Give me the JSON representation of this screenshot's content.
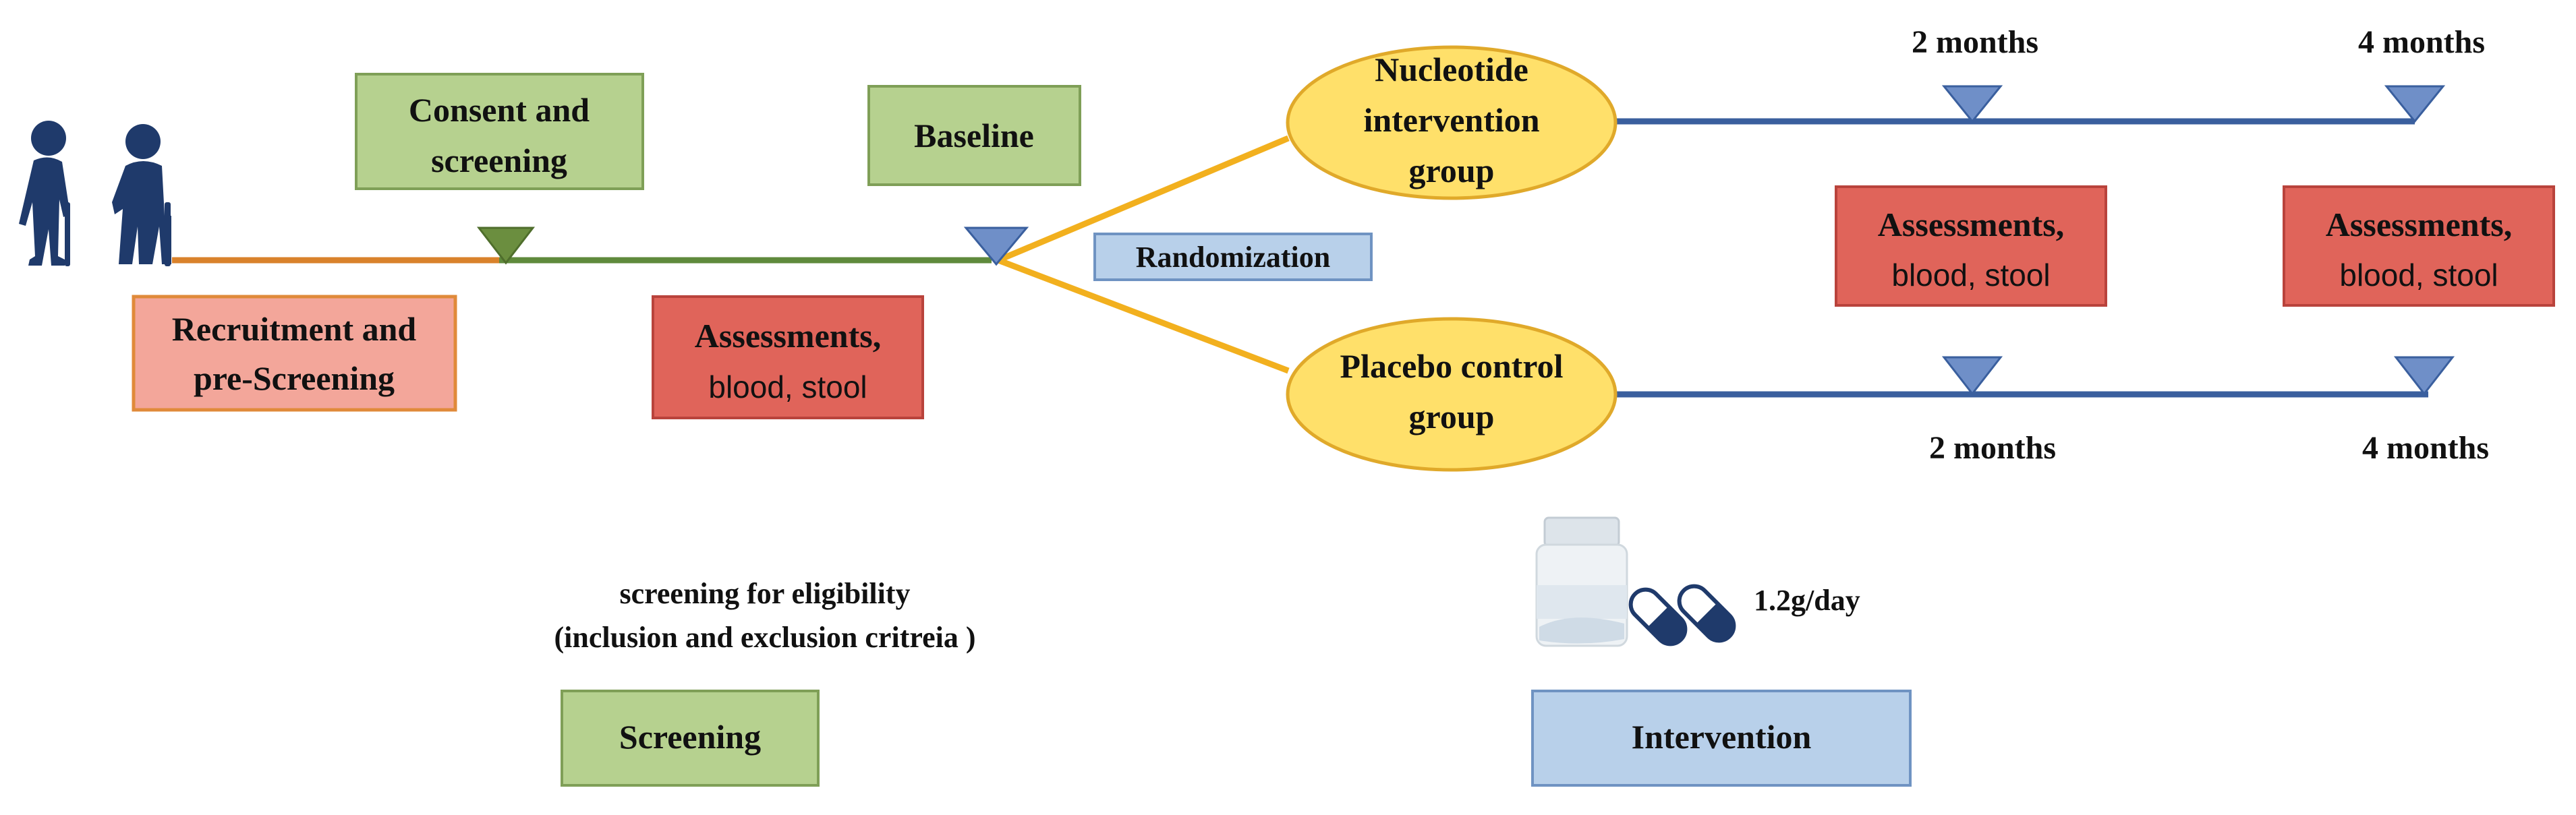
{
  "figure": {
    "recruitment": {
      "line1": "Recruitment and",
      "line2": "pre-Screening"
    },
    "consent": {
      "line1": "Consent and",
      "line2": "screening"
    },
    "baseline": {
      "label": "Baseline"
    },
    "assess_baseline": {
      "line1": "Assessments,",
      "line2": "blood, stool"
    },
    "randomization": {
      "label": "Randomization"
    },
    "nucleotide_group": {
      "line1": "Nucleotide",
      "line2": "intervention",
      "line3": "group"
    },
    "placebo_group": {
      "line1": "Placebo control",
      "line2": "group"
    },
    "top_timeline": {
      "m2": "2 months",
      "m4": "4 months"
    },
    "bottom_timeline": {
      "m2": "2 months",
      "m4": "4 months"
    },
    "assess_2m": {
      "line1": "Assessments,",
      "line2": "blood, stool"
    },
    "assess_4m": {
      "line1": "Assessments,",
      "line2": "blood, stool"
    },
    "screening_note": {
      "line1": "screening for eligibility",
      "line2": "(inclusion and exclusion critreia )"
    },
    "screening_phase": {
      "label": "Screening"
    },
    "dose": {
      "label": "1.2g/day"
    },
    "intervention_phase": {
      "label": "Intervention"
    }
  },
  "colors": {
    "orange_line": "#d9822b",
    "green_line": "#5f8a3c",
    "blue_line": "#3a5f9e",
    "yellow_arrow": "#f2b01e",
    "green_box": "#b6d18f",
    "green_box_border": "#7f9f57",
    "red_box": "#e0645a",
    "red_box_border": "#b9433c",
    "pink_box": "#f3a69a",
    "pink_box_border": "#e08a3a",
    "ellipse_fill": "#ffe06a",
    "ellipse_border": "#e0a92a",
    "blue_box": "#b8d0ea",
    "blue_box_border": "#6f93c2",
    "marker_blue": "#6f8fc8",
    "marker_green": "#6b8e3f",
    "people": "#1f3a6b"
  },
  "icons": [
    "elderly-couple-icon",
    "supplement-bottle-icon",
    "capsule-icon"
  ]
}
